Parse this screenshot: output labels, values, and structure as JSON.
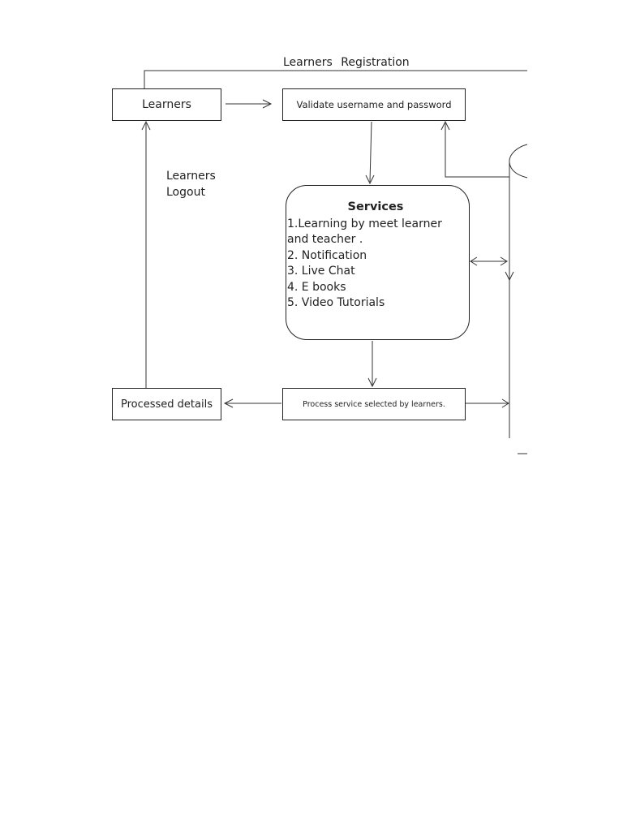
{
  "diagram": {
    "registration_label": "Learners   Registration",
    "logout_label": "Learners Logout",
    "nodes": {
      "learners": "Learners",
      "validate": "Validate username and password",
      "processed_details": "Processed details",
      "process_service": "Process service selected by learners."
    },
    "services": {
      "title": "Services",
      "items": [
        "1.Learning by meet learner and teacher .",
        "2. Notification",
        "3. Live Chat",
        "4. E books",
        "5. Video Tutorials"
      ]
    }
  }
}
